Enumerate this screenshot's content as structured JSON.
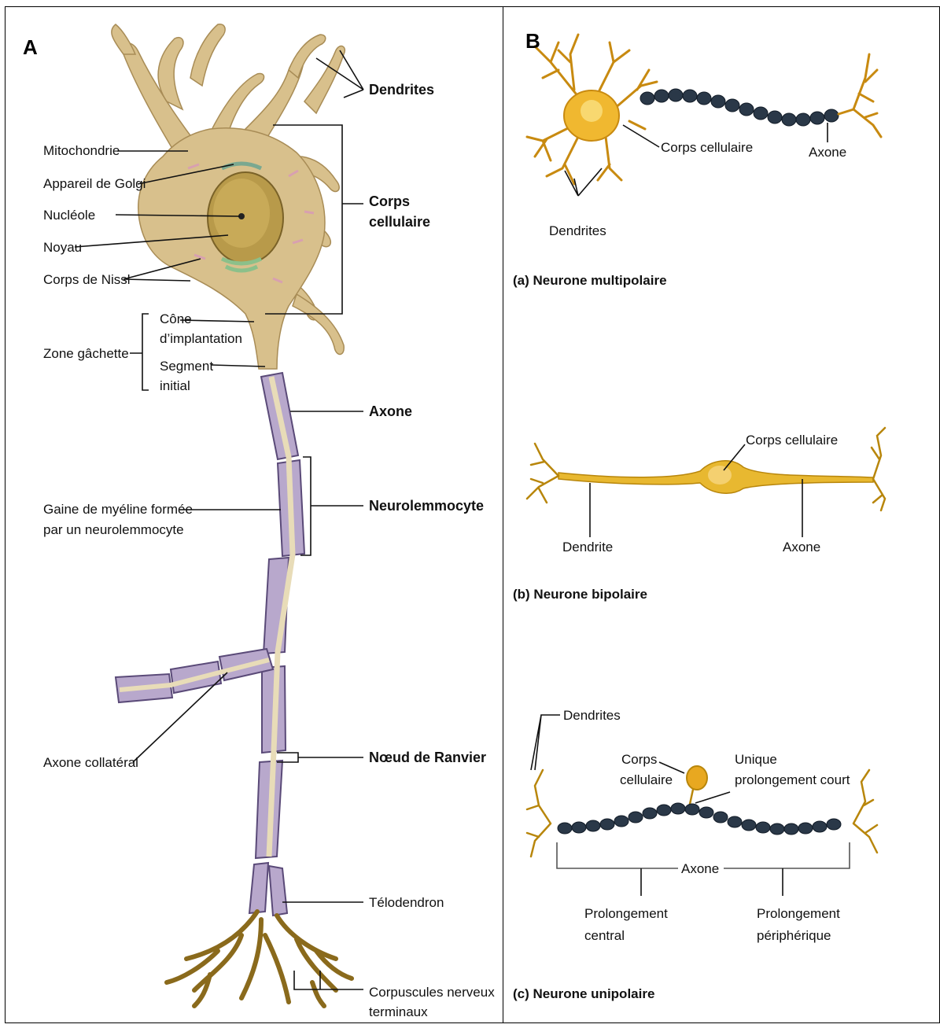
{
  "panel_a": {
    "letter": "A",
    "labels": {
      "dendrites": "Dendrites",
      "mitochondrie": "Mitochondrie",
      "golgi": "Appareil de Golgi",
      "nucleole": "Nucléole",
      "noyau": "Noyau",
      "nissl": "Corps de Nissl",
      "corps_l1": "Corps",
      "corps_l2": "cellulaire",
      "zone_gachette": "Zone gâchette",
      "cone_l1": "Cône",
      "cone_l2": "d’implantation",
      "segment_l1": "Segment",
      "segment_l2": "initial",
      "axone": "Axone",
      "gaine_l1": "Gaine de myéline formée",
      "gaine_l2": "par un neurolemmocyte",
      "neurolemmocyte": "Neurolemmocyte",
      "axone_collateral": "Axone collatéral",
      "noeud_ranvier": "Nœud de Ranvier",
      "telodendron": "Télodendron",
      "corpuscules_l1": "Corpuscules nerveux",
      "corpuscules_l2": "terminaux"
    }
  },
  "panel_b": {
    "letter": "B",
    "multipolar": {
      "corps": "Corps cellulaire",
      "axone": "Axone",
      "dendrites": "Dendrites",
      "caption": "(a) Neurone multipolaire"
    },
    "bipolar": {
      "corps": "Corps cellulaire",
      "dendrite": "Dendrite",
      "axone": "Axone",
      "caption": "(b)  Neurone bipolaire"
    },
    "unipolar": {
      "dendrites": "Dendrites",
      "corps_l1": "Corps",
      "corps_l2": "cellulaire",
      "unique_l1": "Unique",
      "unique_l2": "prolongement court",
      "axone": "Axone",
      "central_l1": "Prolongement",
      "central_l2": "central",
      "peripherique_l1": "Prolongement",
      "peripherique_l2": "périphérique",
      "caption": "(c) Neurone unipolaire"
    }
  },
  "colors": {
    "cell_body": "#d8c08c",
    "myelin": "#b8a8cc",
    "axon_core": "#e8dcb8",
    "nucleus": "#b89a4a",
    "terminal": "#8a6a1c",
    "bipolar_yellow": "#e8b830",
    "myelin_dark": "#2a3848"
  }
}
